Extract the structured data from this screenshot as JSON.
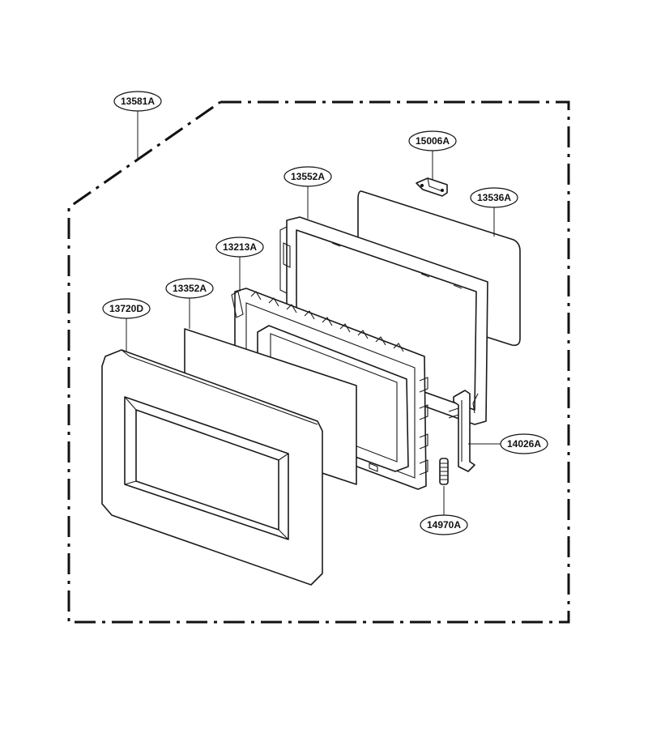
{
  "labels": {
    "assembly": "13581A",
    "hinge_bracket": "15006A",
    "door_frame": "13552A",
    "glass_panel": "13536A",
    "door_inner": "13213A",
    "choke_cover": "13352A",
    "door_front": "13720D",
    "latch": "14026A",
    "spring": "14970A"
  }
}
